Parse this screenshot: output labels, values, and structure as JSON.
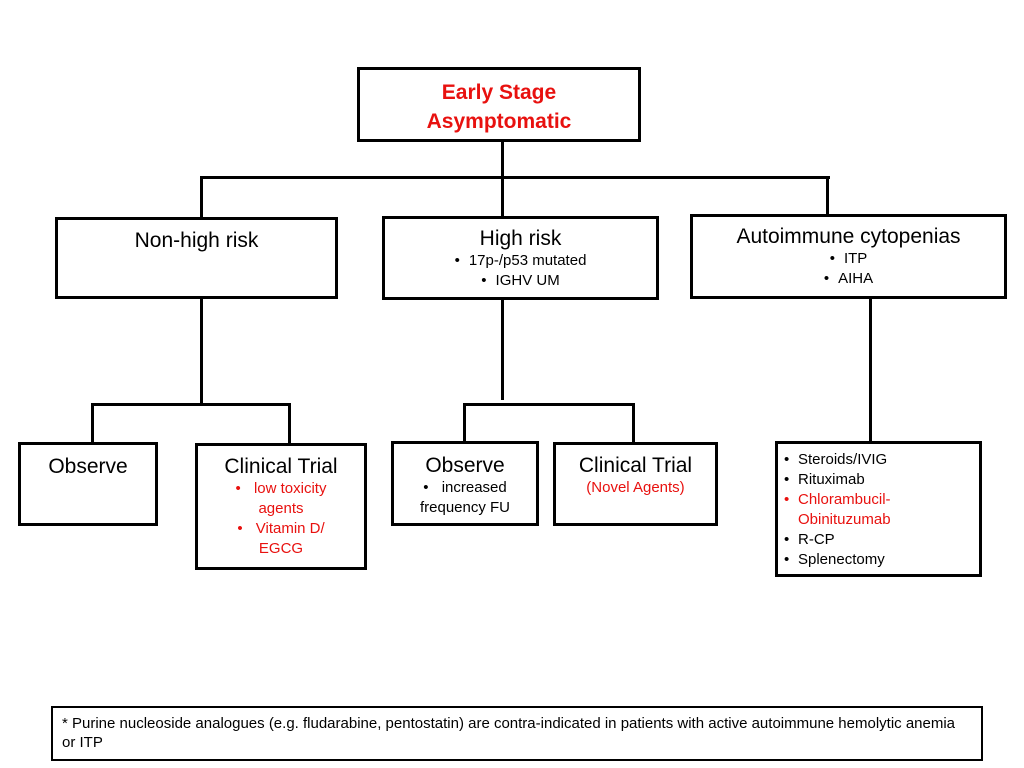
{
  "root": {
    "line1": "Early Stage",
    "line2": "Asymptomatic"
  },
  "non_high_risk": {
    "title": "Non-high risk"
  },
  "high_risk": {
    "title": "High risk",
    "items": [
      "17p-/p53 mutated",
      "IGHV UM"
    ]
  },
  "autoimmune": {
    "title": "Autoimmune cytopenias",
    "items": [
      "ITP",
      "AIHA"
    ]
  },
  "observe_1": {
    "title": "Observe"
  },
  "clinical_trial_1": {
    "title": "Clinical Trial",
    "items": [
      {
        "line1": "low toxicity",
        "line2": "agents"
      },
      {
        "line1": "Vitamin D/",
        "line2": "EGCG"
      }
    ]
  },
  "observe_2": {
    "title": "Observe",
    "item_line1": "increased",
    "item_line2": "frequency FU"
  },
  "clinical_trial_2": {
    "title": "Clinical Trial",
    "subtitle": "(Novel Agents)"
  },
  "treatment": {
    "items": [
      {
        "line1": "Steroids/IVIG"
      },
      {
        "line1": "Rituximab"
      },
      {
        "line1": "Chlorambucil-",
        "line2": "Obinituzumab"
      },
      {
        "line1": "R-CP"
      },
      {
        "line1": "Splenectomy"
      }
    ]
  },
  "footnote": "* Purine nucleoside analogues (e.g. fludarabine, pentostatin) are contra-indicated in patients with active autoimmune hemolytic anemia or ITP",
  "colors": {
    "accent_red": "#e8110f",
    "line": "#000000"
  }
}
